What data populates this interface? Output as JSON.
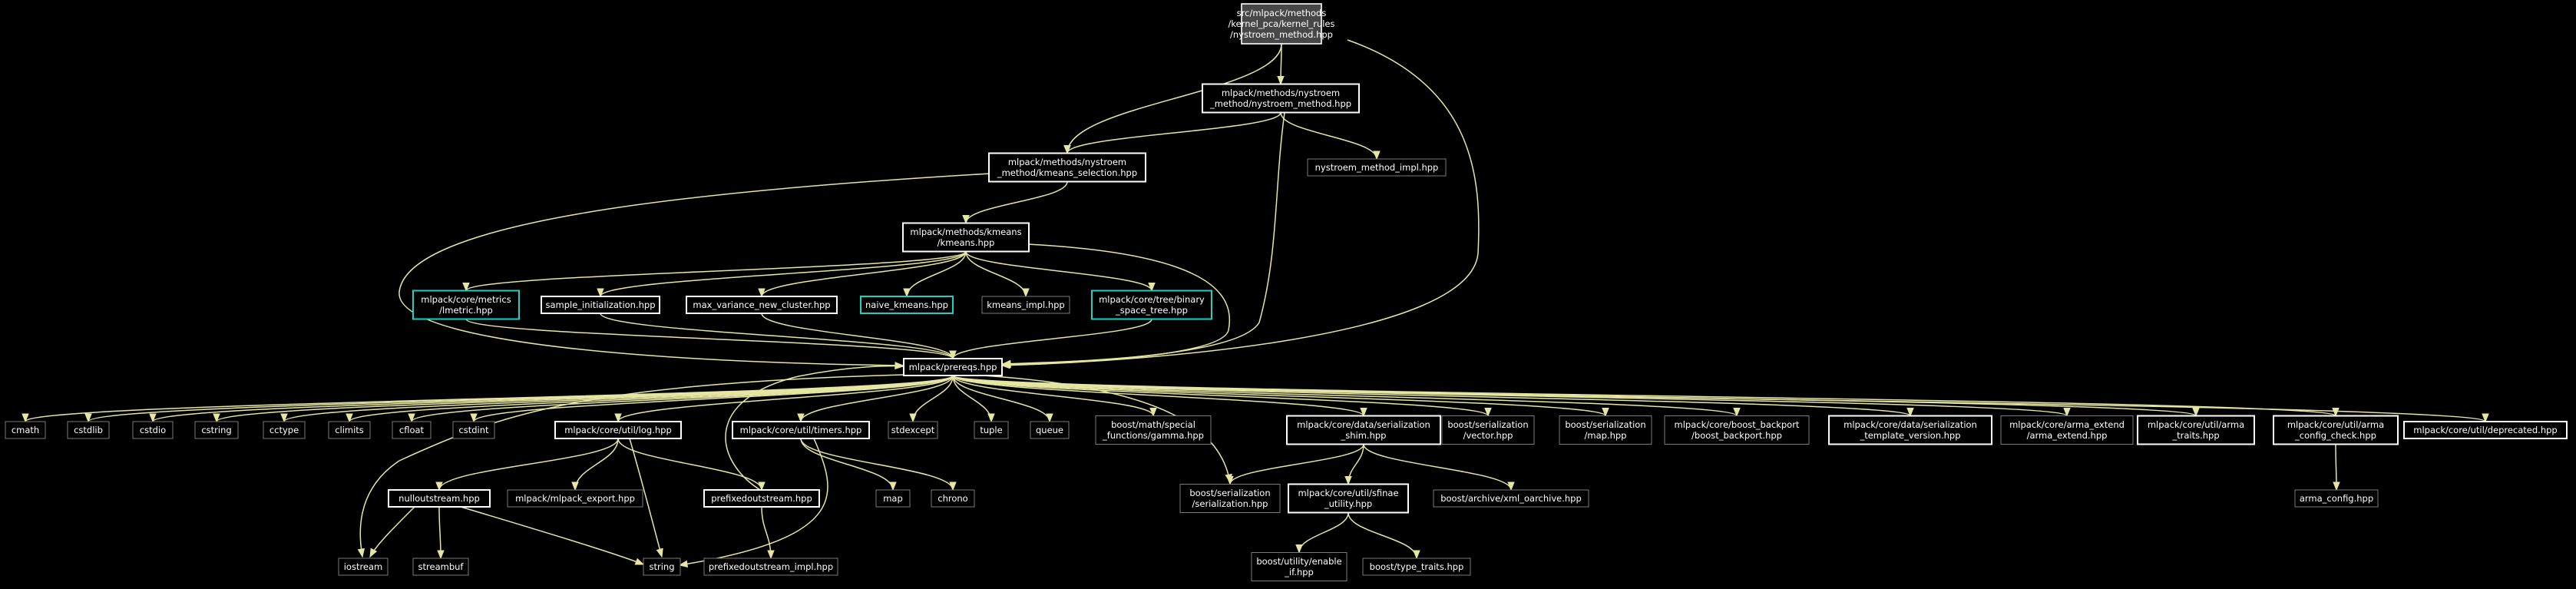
{
  "diagram": {
    "title": "",
    "colors": {
      "background": "#000000",
      "edge": "#e6e6a3",
      "root_fill": "#474747",
      "documented_border": "#ffffff",
      "linked_border": "#1ad1c6",
      "external_border": "#7a7a7a",
      "text": "#ffffff"
    },
    "nodes": [
      {
        "id": "root",
        "lines": [
          "src/mlpack/methods",
          "/kernel_pca/kernel_rules",
          "/nystroem_method.hpp"
        ],
        "style": "root"
      },
      {
        "id": "nystroem_method",
        "lines": [
          "mlpack/methods/nystroem",
          "_method/nystroem_method.hpp"
        ],
        "style": "doc"
      },
      {
        "id": "kmeans_selection",
        "lines": [
          "mlpack/methods/nystroem",
          "_method/kmeans_selection.hpp"
        ],
        "style": "doc"
      },
      {
        "id": "nystroem_impl",
        "lines": [
          "nystroem_method_impl.hpp"
        ],
        "style": "ext"
      },
      {
        "id": "kmeans",
        "lines": [
          "mlpack/methods/kmeans",
          "/kmeans.hpp"
        ],
        "style": "doc"
      },
      {
        "id": "lmetric",
        "lines": [
          "mlpack/core/metrics",
          "/lmetric.hpp"
        ],
        "style": "link"
      },
      {
        "id": "sample_init",
        "lines": [
          "sample_initialization.hpp"
        ],
        "style": "doc"
      },
      {
        "id": "max_var",
        "lines": [
          "max_variance_new_cluster.hpp"
        ],
        "style": "doc"
      },
      {
        "id": "naive_kmeans",
        "lines": [
          "naive_kmeans.hpp"
        ],
        "style": "link"
      },
      {
        "id": "kmeans_impl",
        "lines": [
          "kmeans_impl.hpp"
        ],
        "style": "ext"
      },
      {
        "id": "bst",
        "lines": [
          "mlpack/core/tree/binary",
          "_space_tree.hpp"
        ],
        "style": "link"
      },
      {
        "id": "prereqs",
        "lines": [
          "mlpack/prereqs.hpp"
        ],
        "style": "doc"
      },
      {
        "id": "cmath",
        "lines": [
          "cmath"
        ],
        "style": "ext"
      },
      {
        "id": "cstdlib",
        "lines": [
          "cstdlib"
        ],
        "style": "ext"
      },
      {
        "id": "cstdio",
        "lines": [
          "cstdio"
        ],
        "style": "ext"
      },
      {
        "id": "cstring",
        "lines": [
          "cstring"
        ],
        "style": "ext"
      },
      {
        "id": "cctype",
        "lines": [
          "cctype"
        ],
        "style": "ext"
      },
      {
        "id": "climits",
        "lines": [
          "climits"
        ],
        "style": "ext"
      },
      {
        "id": "cfloat",
        "lines": [
          "cfloat"
        ],
        "style": "ext"
      },
      {
        "id": "cstdint",
        "lines": [
          "cstdint"
        ],
        "style": "ext"
      },
      {
        "id": "log",
        "lines": [
          "mlpack/core/util/log.hpp"
        ],
        "style": "doc"
      },
      {
        "id": "timers",
        "lines": [
          "mlpack/core/util/timers.hpp"
        ],
        "style": "doc"
      },
      {
        "id": "stdexcept",
        "lines": [
          "stdexcept"
        ],
        "style": "ext"
      },
      {
        "id": "tuple",
        "lines": [
          "tuple"
        ],
        "style": "ext"
      },
      {
        "id": "queue",
        "lines": [
          "queue"
        ],
        "style": "ext"
      },
      {
        "id": "gamma",
        "lines": [
          "boost/math/special",
          "_functions/gamma.hpp"
        ],
        "style": "ext"
      },
      {
        "id": "shim",
        "lines": [
          "mlpack/core/data/serialization",
          "_shim.hpp"
        ],
        "style": "doc"
      },
      {
        "id": "bs_vector",
        "lines": [
          "boost/serialization",
          "/vector.hpp"
        ],
        "style": "ext"
      },
      {
        "id": "bs_map",
        "lines": [
          "boost/serialization",
          "/map.hpp"
        ],
        "style": "ext"
      },
      {
        "id": "backport",
        "lines": [
          "mlpack/core/boost_backport",
          "/boost_backport.hpp"
        ],
        "style": "ext"
      },
      {
        "id": "tmpl_ver",
        "lines": [
          "mlpack/core/data/serialization",
          "_template_version.hpp"
        ],
        "style": "doc"
      },
      {
        "id": "arma_extend",
        "lines": [
          "mlpack/core/arma_extend",
          "/arma_extend.hpp"
        ],
        "style": "ext"
      },
      {
        "id": "arma_traits",
        "lines": [
          "mlpack/core/util/arma",
          "_traits.hpp"
        ],
        "style": "doc"
      },
      {
        "id": "arma_config_check",
        "lines": [
          "mlpack/core/util/arma",
          "_config_check.hpp"
        ],
        "style": "doc"
      },
      {
        "id": "deprecated",
        "lines": [
          "mlpack/core/util/deprecated.hpp"
        ],
        "style": "doc"
      },
      {
        "id": "nulloutstream",
        "lines": [
          "nulloutstream.hpp"
        ],
        "style": "doc"
      },
      {
        "id": "mlpack_export",
        "lines": [
          "mlpack/mlpack_export.hpp"
        ],
        "style": "ext"
      },
      {
        "id": "prefixed",
        "lines": [
          "prefixedoutstream.hpp"
        ],
        "style": "doc"
      },
      {
        "id": "map",
        "lines": [
          "map"
        ],
        "style": "ext"
      },
      {
        "id": "chrono",
        "lines": [
          "chrono"
        ],
        "style": "ext"
      },
      {
        "id": "bs_serialization",
        "lines": [
          "boost/serialization",
          "/serialization.hpp"
        ],
        "style": "ext"
      },
      {
        "id": "sfinae",
        "lines": [
          "mlpack/core/util/sfinae",
          "_utility.hpp"
        ],
        "style": "doc"
      },
      {
        "id": "xml_oarchive",
        "lines": [
          "boost/archive/xml_oarchive.hpp"
        ],
        "style": "ext"
      },
      {
        "id": "arma_config",
        "lines": [
          "arma_config.hpp"
        ],
        "style": "ext"
      },
      {
        "id": "iostream",
        "lines": [
          "iostream"
        ],
        "style": "ext"
      },
      {
        "id": "streambuf",
        "lines": [
          "streambuf"
        ],
        "style": "ext"
      },
      {
        "id": "string",
        "lines": [
          "string"
        ],
        "style": "ext"
      },
      {
        "id": "prefixed_impl",
        "lines": [
          "prefixedoutstream_impl.hpp"
        ],
        "style": "ext"
      },
      {
        "id": "enable_if",
        "lines": [
          "boost/utility/enable",
          "_if.hpp"
        ],
        "style": "ext"
      },
      {
        "id": "type_traits",
        "lines": [
          "boost/type_traits.hpp"
        ],
        "style": "ext"
      }
    ],
    "edges": [
      {
        "from": "root",
        "to": "nystroem_method"
      },
      {
        "from": "root",
        "to": "kmeans_selection"
      },
      {
        "from": "root",
        "to": "prereqs"
      },
      {
        "from": "nystroem_method",
        "to": "kmeans_selection"
      },
      {
        "from": "nystroem_method",
        "to": "nystroem_impl"
      },
      {
        "from": "nystroem_method",
        "to": "prereqs"
      },
      {
        "from": "kmeans_selection",
        "to": "kmeans"
      },
      {
        "from": "kmeans_selection",
        "to": "prereqs"
      },
      {
        "from": "kmeans",
        "to": "lmetric"
      },
      {
        "from": "kmeans",
        "to": "sample_init"
      },
      {
        "from": "kmeans",
        "to": "max_var"
      },
      {
        "from": "kmeans",
        "to": "naive_kmeans"
      },
      {
        "from": "kmeans",
        "to": "kmeans_impl"
      },
      {
        "from": "kmeans",
        "to": "bst"
      },
      {
        "from": "kmeans",
        "to": "prereqs"
      },
      {
        "from": "lmetric",
        "to": "prereqs"
      },
      {
        "from": "sample_init",
        "to": "prereqs"
      },
      {
        "from": "max_var",
        "to": "prereqs"
      },
      {
        "from": "bst",
        "to": "prereqs"
      },
      {
        "from": "prereqs",
        "to": "cmath"
      },
      {
        "from": "prereqs",
        "to": "cstdlib"
      },
      {
        "from": "prereqs",
        "to": "cstdio"
      },
      {
        "from": "prereqs",
        "to": "cstring"
      },
      {
        "from": "prereqs",
        "to": "cctype"
      },
      {
        "from": "prereqs",
        "to": "climits"
      },
      {
        "from": "prereqs",
        "to": "cfloat"
      },
      {
        "from": "prereqs",
        "to": "cstdint"
      },
      {
        "from": "prereqs",
        "to": "iostream"
      },
      {
        "from": "prereqs",
        "to": "log"
      },
      {
        "from": "prereqs",
        "to": "timers"
      },
      {
        "from": "prereqs",
        "to": "stdexcept"
      },
      {
        "from": "prereqs",
        "to": "tuple"
      },
      {
        "from": "prereqs",
        "to": "queue"
      },
      {
        "from": "prereqs",
        "to": "gamma"
      },
      {
        "from": "prereqs",
        "to": "bs_serialization"
      },
      {
        "from": "prereqs",
        "to": "shim"
      },
      {
        "from": "prereqs",
        "to": "bs_vector"
      },
      {
        "from": "prereqs",
        "to": "bs_map"
      },
      {
        "from": "prereqs",
        "to": "backport"
      },
      {
        "from": "prereqs",
        "to": "tmpl_ver"
      },
      {
        "from": "prereqs",
        "to": "arma_extend"
      },
      {
        "from": "prereqs",
        "to": "arma_traits"
      },
      {
        "from": "prereqs",
        "to": "arma_config_check"
      },
      {
        "from": "prereqs",
        "to": "deprecated"
      },
      {
        "from": "log",
        "to": "nulloutstream"
      },
      {
        "from": "log",
        "to": "mlpack_export"
      },
      {
        "from": "log",
        "to": "prefixed"
      },
      {
        "from": "log",
        "to": "string"
      },
      {
        "from": "nulloutstream",
        "to": "iostream"
      },
      {
        "from": "nulloutstream",
        "to": "streambuf"
      },
      {
        "from": "nulloutstream",
        "to": "string"
      },
      {
        "from": "prefixed",
        "to": "prefixed_impl"
      },
      {
        "from": "prefixed",
        "to": "prereqs"
      },
      {
        "from": "timers",
        "to": "map"
      },
      {
        "from": "timers",
        "to": "chrono"
      },
      {
        "from": "timers",
        "to": "string"
      },
      {
        "from": "shim",
        "to": "bs_serialization"
      },
      {
        "from": "shim",
        "to": "sfinae"
      },
      {
        "from": "shim",
        "to": "xml_oarchive"
      },
      {
        "from": "sfinae",
        "to": "enable_if"
      },
      {
        "from": "sfinae",
        "to": "type_traits"
      },
      {
        "from": "arma_config_check",
        "to": "arma_config"
      }
    ]
  }
}
